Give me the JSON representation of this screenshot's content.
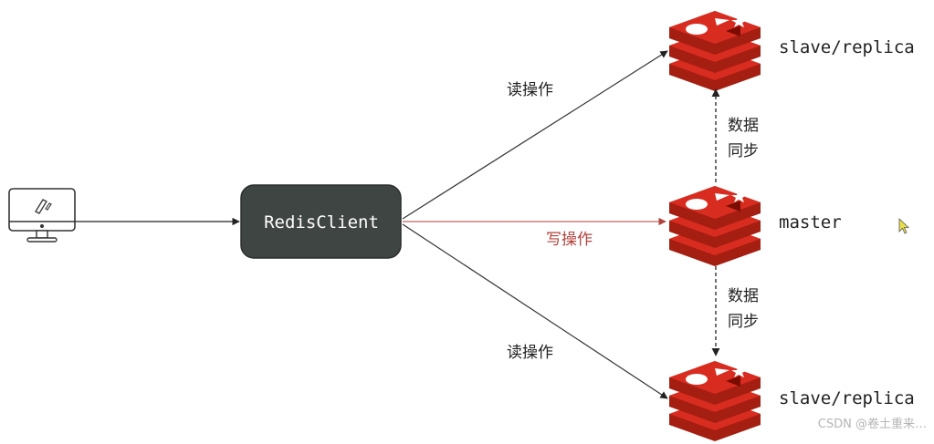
{
  "client": {
    "label": "RedisClient"
  },
  "edges": {
    "read_top": "读操作",
    "write": "写操作",
    "read_bottom": "读操作"
  },
  "sync": {
    "upper": {
      "line1": "数据",
      "line2": "同步"
    },
    "lower": {
      "line1": "数据",
      "line2": "同步"
    }
  },
  "nodes": {
    "replica_top": "slave/replica",
    "master": "master",
    "replica_bottom": "slave/replica"
  },
  "icons": {
    "computer": "monitor-icon",
    "redis": "redis-logo-icon",
    "cursor": "mouse-cursor-icon"
  },
  "colors": {
    "client_box": "#3f4543",
    "redis_red": "#d82c20",
    "write_arrow": "#b3423c",
    "line": "#333333"
  },
  "watermark": "CSDN @卷土重来…"
}
